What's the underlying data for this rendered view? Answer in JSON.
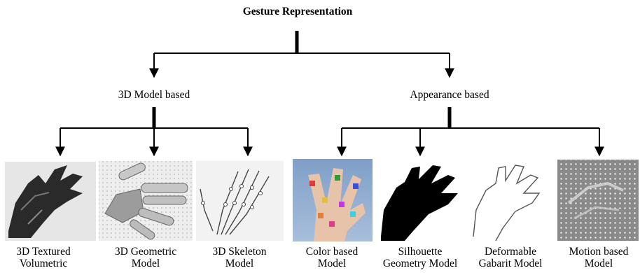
{
  "title": "Gesture Representation",
  "categories": [
    {
      "label": "3D Model based"
    },
    {
      "label": "Appearance based"
    }
  ],
  "models": [
    {
      "line1": "3D Textured",
      "line2": "Volumetric",
      "image": "textured-hand-photo"
    },
    {
      "line1": "3D Geometric",
      "line2": "Model",
      "image": "geometric-cylinder-hand"
    },
    {
      "line1": "3D Skeleton",
      "line2": "Model",
      "image": "skeleton-line-hand"
    },
    {
      "line1": "Color based",
      "line2": "Model",
      "image": "color-marked-glove-photo"
    },
    {
      "line1": "Silhouette",
      "line2": "Geometry Model",
      "image": "black-hand-silhouette"
    },
    {
      "line1": "Deformable",
      "line2": "Gabarit Model",
      "image": "hand-outline-contour"
    },
    {
      "line1": "Motion based",
      "line2": "Model",
      "image": "motion-field-grid"
    }
  ]
}
